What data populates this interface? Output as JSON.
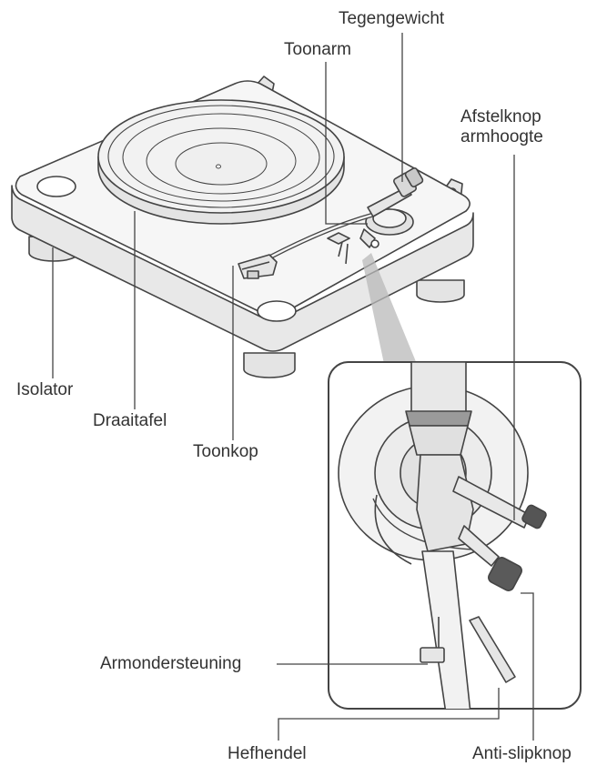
{
  "labels": {
    "tegengewicht": "Tegengewicht",
    "toonarm": "Toonarm",
    "afstelknop_line1": "Afstelknop",
    "afstelknop_line2": "armhoogte",
    "isolator": "Isolator",
    "draaitafel": "Draaitafel",
    "toonkop": "Toonkop",
    "armondersteuning": "Armondersteuning",
    "hefhendel": "Hefhendel",
    "anti_slipknop": "Anti-slipknop"
  },
  "colors": {
    "line": "#444444",
    "fill_light": "#f4f4f4",
    "fill_mid": "#e6e6e6",
    "fill_dark": "#c8c8c8",
    "zoom_cone": "#b9b9b9"
  }
}
